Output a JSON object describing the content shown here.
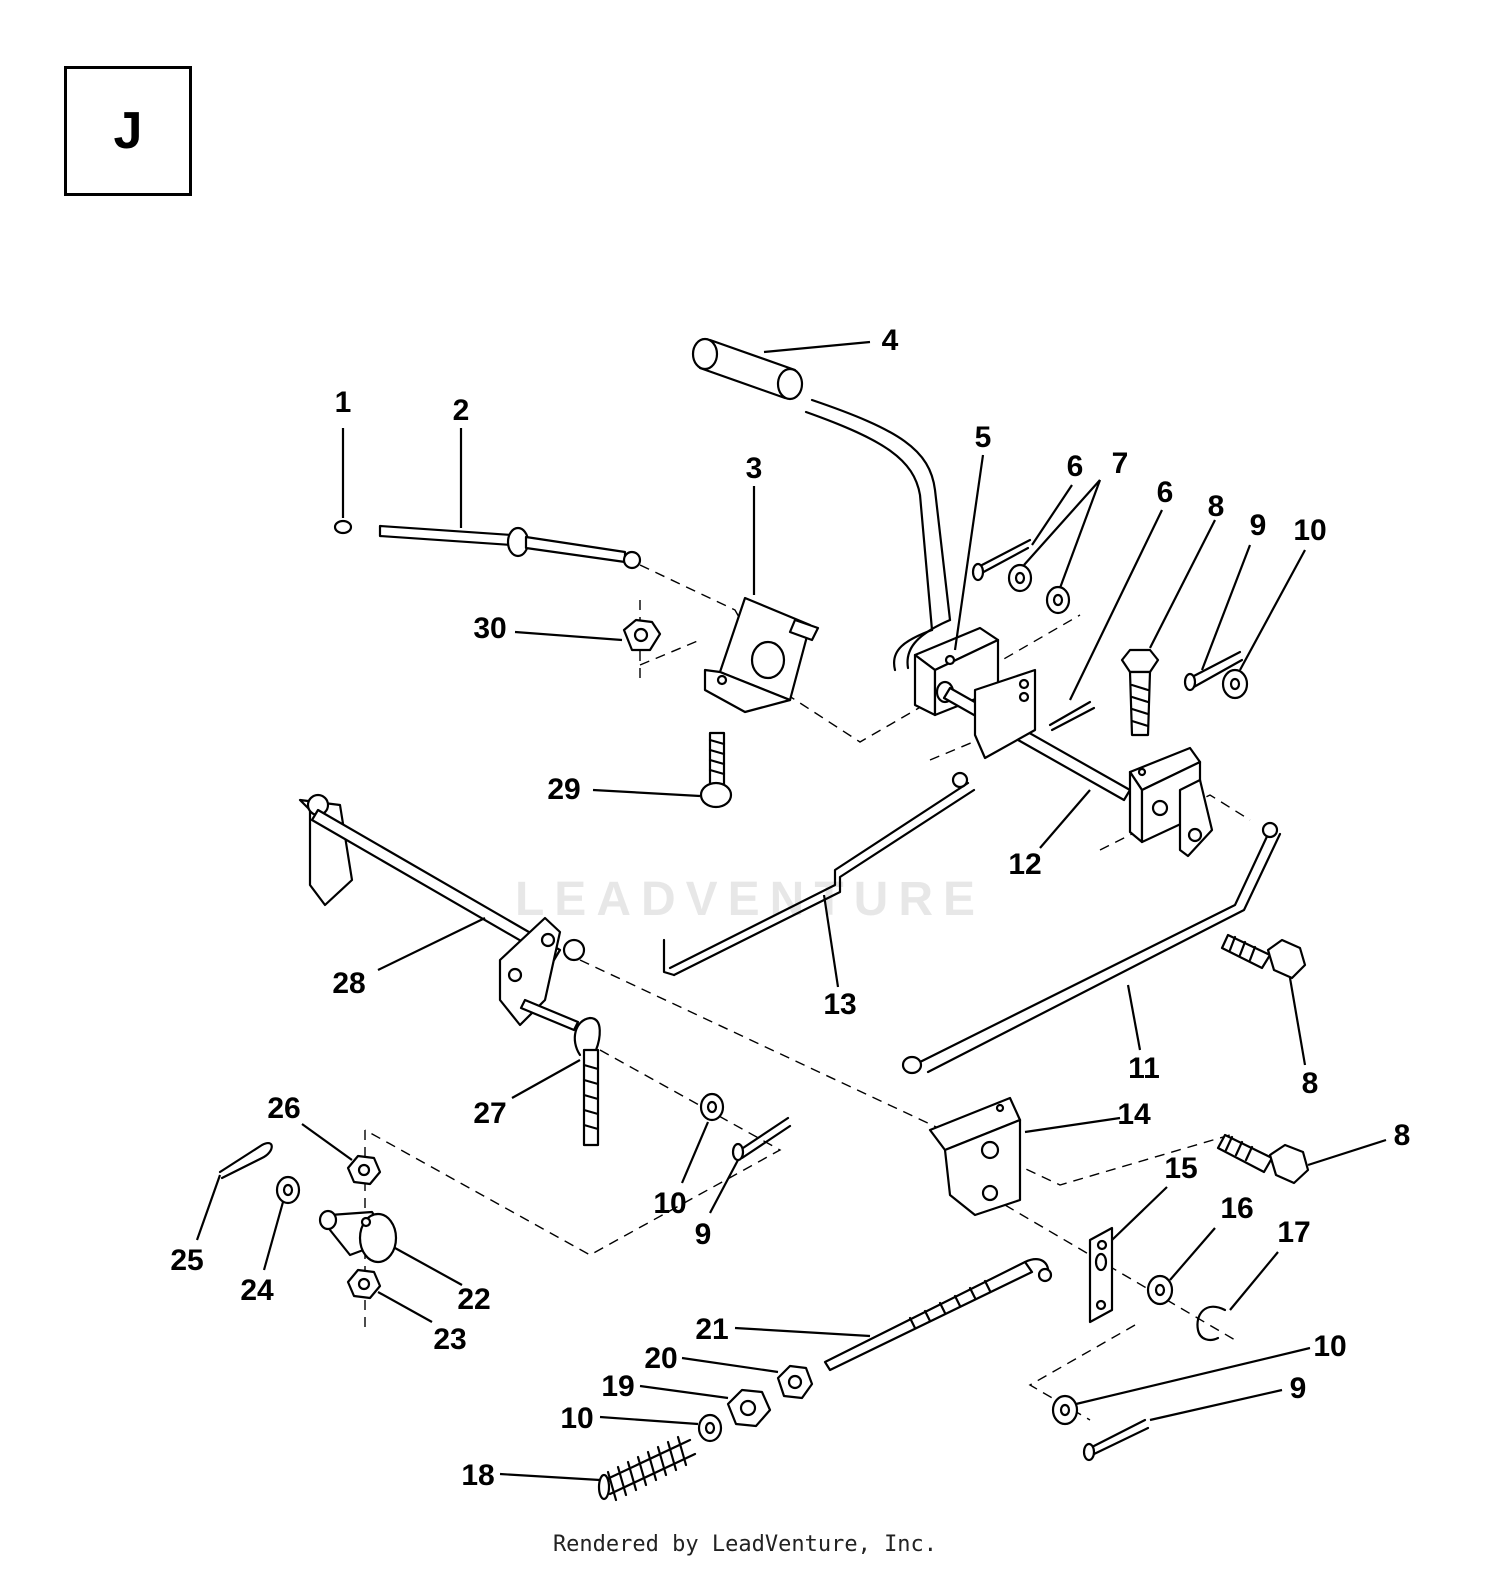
{
  "section": {
    "letter": "J"
  },
  "callouts": [
    {
      "id": "c1",
      "text": "1"
    },
    {
      "id": "c2",
      "text": "2"
    },
    {
      "id": "c3",
      "text": "3"
    },
    {
      "id": "c4",
      "text": "4"
    },
    {
      "id": "c5",
      "text": "5"
    },
    {
      "id": "c6a",
      "text": "6"
    },
    {
      "id": "c7",
      "text": "7"
    },
    {
      "id": "c6b",
      "text": "6"
    },
    {
      "id": "c8a",
      "text": "8"
    },
    {
      "id": "c9a",
      "text": "9"
    },
    {
      "id": "c10a",
      "text": "10"
    },
    {
      "id": "c30",
      "text": "30"
    },
    {
      "id": "c29",
      "text": "29"
    },
    {
      "id": "c12",
      "text": "12"
    },
    {
      "id": "c13",
      "text": "13"
    },
    {
      "id": "c28",
      "text": "28"
    },
    {
      "id": "c11",
      "text": "11"
    },
    {
      "id": "c8b",
      "text": "8"
    },
    {
      "id": "c27",
      "text": "27"
    },
    {
      "id": "c26",
      "text": "26"
    },
    {
      "id": "c14",
      "text": "14"
    },
    {
      "id": "c8c",
      "text": "8"
    },
    {
      "id": "c10b",
      "text": "10"
    },
    {
      "id": "c9b",
      "text": "9"
    },
    {
      "id": "c15",
      "text": "15"
    },
    {
      "id": "c16",
      "text": "16"
    },
    {
      "id": "c17",
      "text": "17"
    },
    {
      "id": "c25",
      "text": "25"
    },
    {
      "id": "c24",
      "text": "24"
    },
    {
      "id": "c22",
      "text": "22"
    },
    {
      "id": "c23",
      "text": "23"
    },
    {
      "id": "c21",
      "text": "21"
    },
    {
      "id": "c20",
      "text": "20"
    },
    {
      "id": "c19",
      "text": "19"
    },
    {
      "id": "c10c",
      "text": "10"
    },
    {
      "id": "c18",
      "text": "18"
    },
    {
      "id": "c10d",
      "text": "10"
    },
    {
      "id": "c9c",
      "text": "9"
    }
  ],
  "watermark": "LEADVENTURE",
  "footer": "Rendered by LeadVenture, Inc."
}
